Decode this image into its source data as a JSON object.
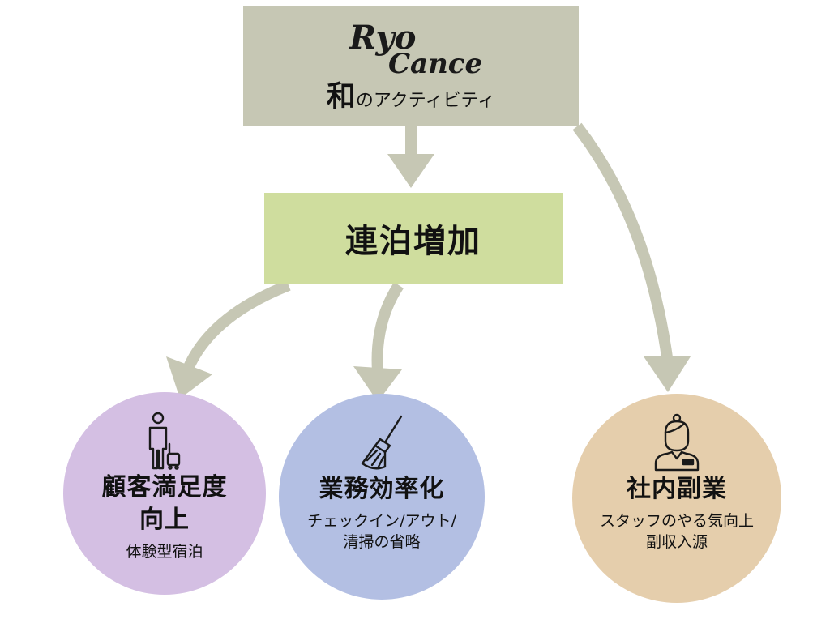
{
  "top_box": {
    "logo_line1": "Ryo",
    "logo_line2": "Cance",
    "subtitle_kanji": "和",
    "subtitle_rest": "のアクティビティ"
  },
  "middle_box": {
    "label": "連泊増加"
  },
  "circles": [
    {
      "title_line1": "顧客満足度",
      "title_line2": "向上",
      "sub_line1": "体験型宿泊",
      "icon": "traveler-with-suitcase-icon",
      "color": "#d4bfe3"
    },
    {
      "title_line1": "業務効率化",
      "sub_line1": "チェックイン/アウト/",
      "sub_line2": "清掃の省略",
      "icon": "broom-icon",
      "color": "#b3bfe3"
    },
    {
      "title_line1": "社内副業",
      "sub_line1": "スタッフのやる気向上",
      "sub_line2": "副収入源",
      "icon": "staff-person-icon",
      "color": "#e5ceac"
    }
  ],
  "colors": {
    "top_box": "#c6c7b4",
    "middle_box": "#cfdd9e",
    "arrows": "#c6c7b4"
  }
}
